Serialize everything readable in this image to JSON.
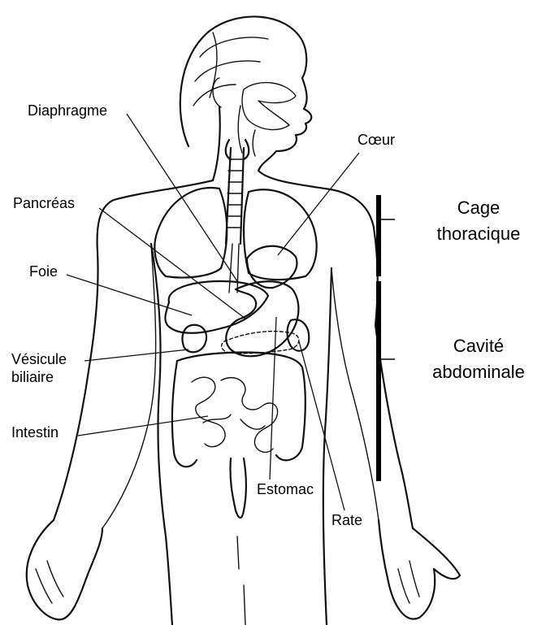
{
  "labels": {
    "diaphragme": "Diaphragme",
    "coeur": "Cœur",
    "pancreas": "Pancréas",
    "foie": "Foie",
    "vesicule_line1": "Vésicule",
    "vesicule_line2": "biliaire",
    "intestin": "Intestin",
    "estomac": "Estomac",
    "rate": "Rate"
  },
  "regions": {
    "cage_line1": "Cage",
    "cage_line2": "thoracique",
    "cavite_line1": "Cavité",
    "cavite_line2": "abdominale"
  }
}
